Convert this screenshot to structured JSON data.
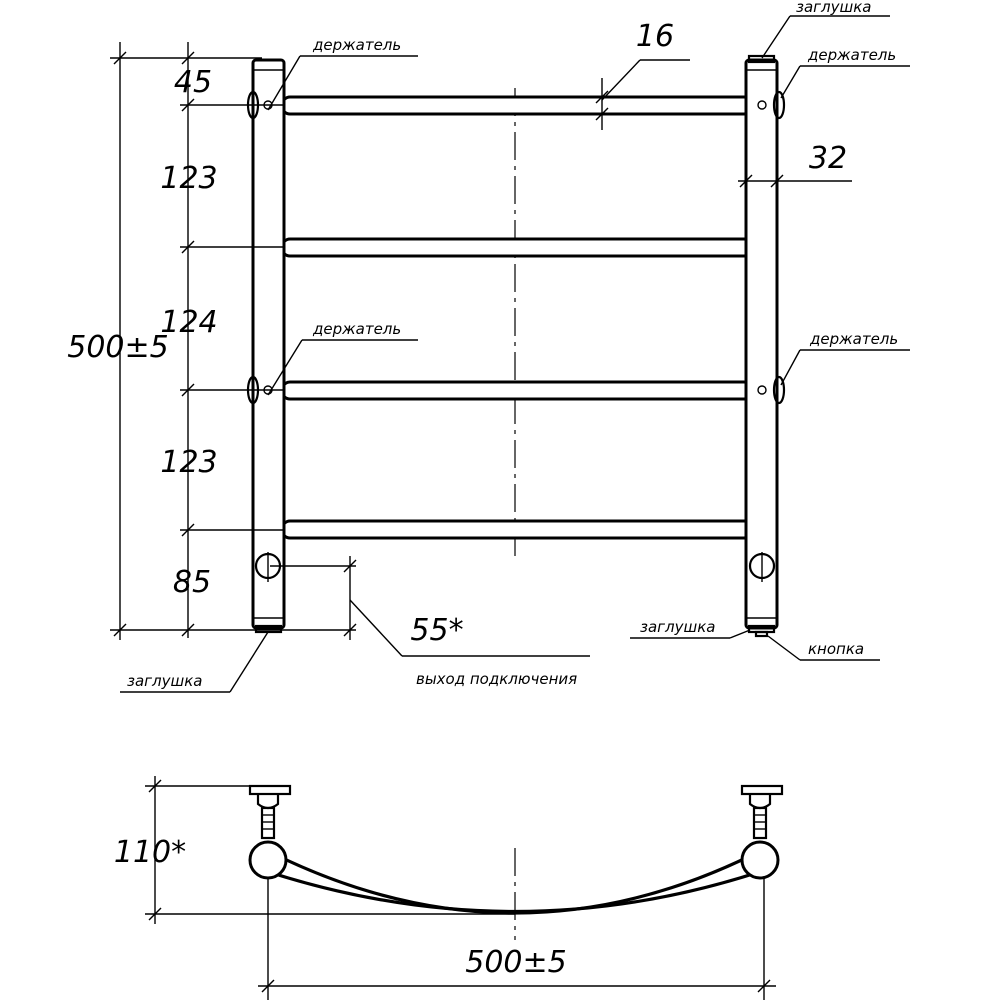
{
  "front_view": {
    "dimensions": {
      "top_offset": "45",
      "spacing_1": "123",
      "spacing_2": "124",
      "spacing_3": "123",
      "bottom_offset": "85",
      "total_height": "500±5",
      "rail_diameter": "16",
      "riser_diameter": "32",
      "connection_offset": "55*"
    },
    "labels": {
      "holder_top_left": "держатель",
      "holder_top_right": "держатель",
      "holder_mid_left": "держатель",
      "holder_mid_right": "держатель",
      "plug_top_right": "заглушка",
      "plug_bottom_left": "заглушка",
      "plug_bottom_right": "заглушка",
      "button": "кнопка",
      "connection_outlet": "выход подключения"
    }
  },
  "top_view": {
    "dimensions": {
      "depth": "110*",
      "width": "500±5"
    }
  }
}
